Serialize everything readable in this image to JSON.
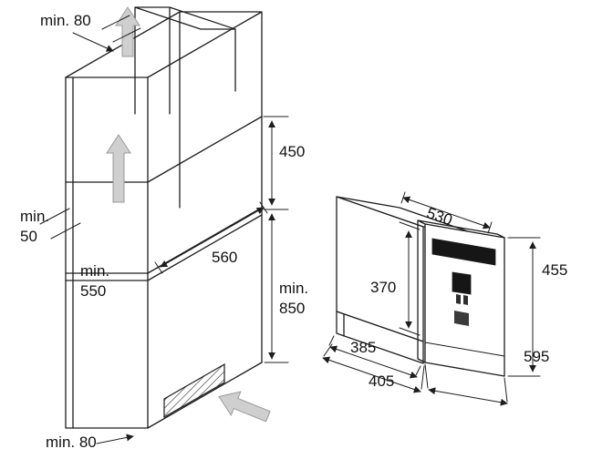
{
  "colors": {
    "line": "#1d1d1d",
    "airflow_arrow": "#cfcfcf",
    "display_panel": "#161616"
  },
  "cabinet": {
    "top_clearance_label": "min. 80",
    "rear_clearance": {
      "line1": "min.",
      "line2": "50"
    },
    "niche_width_label": "560",
    "niche_depth": {
      "line1": "min.",
      "line2": "550"
    },
    "niche_height_label": "450",
    "install_height": {
      "line1": "min.",
      "line2": "850"
    },
    "bottom_clearance_label": "min. 80"
  },
  "machine": {
    "depth_label": "530",
    "body_height_label": "370",
    "front_height_label": "455",
    "base_depth_label": "385",
    "total_depth_label": "405",
    "front_width_label": "595"
  }
}
